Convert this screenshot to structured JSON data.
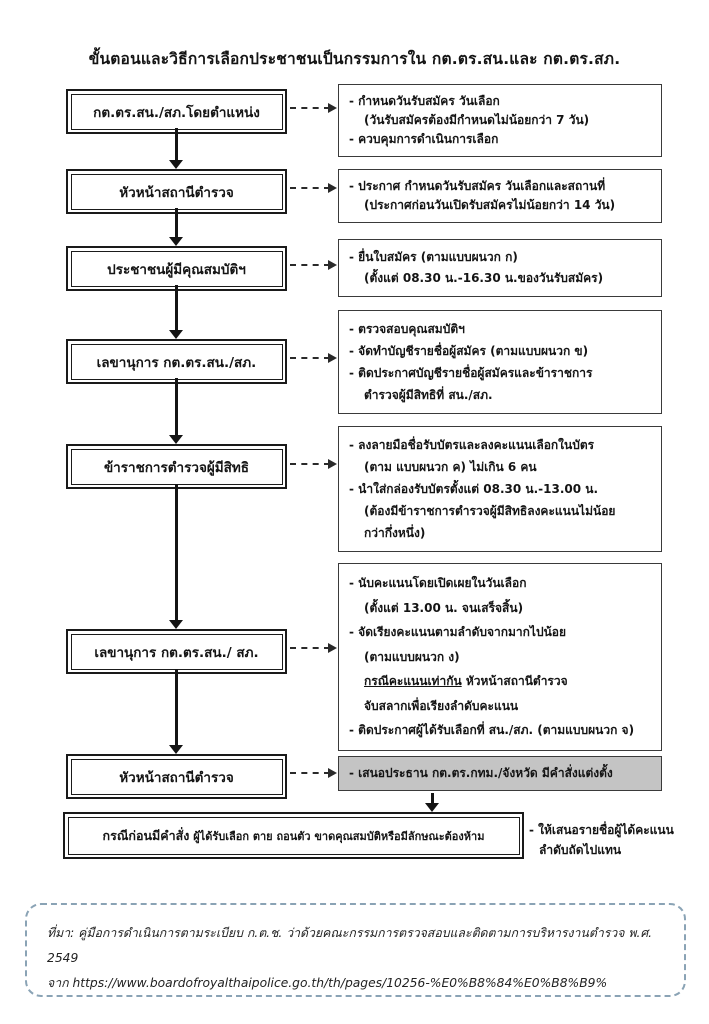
{
  "title": "ขั้นตอนและวิธีการเลือกประชาชนเป็นกรรมการใน กต.ตร.สน.และ กต.ตร.สภ.",
  "steps": [
    {
      "label": "กต.ตร.สน./สภ.โดยตำแหน่ง",
      "lines": [
        "- กำหนดวันรับสมัคร วันเลือก",
        "(วันรับสมัครต้องมีกำหนดไม่น้อยกว่า 7 วัน)",
        "- ควบคุมการดำเนินการเลือก"
      ]
    },
    {
      "label": "หัวหน้าสถานีตำรวจ",
      "lines": [
        "- ประกาศ กำหนดวันรับสมัคร วันเลือกและสถานที่",
        "(ประกาศก่อนวันเปิดรับสมัครไม่น้อยกว่า 14 วัน)"
      ]
    },
    {
      "label": "ประชาชนผู้มีคุณสมบัติฯ",
      "lines": [
        "- ยื่นใบสมัคร (ตามแบบผนวก ก)",
        "(ตั้งแต่ 08.30 น.-16.30 น.ของวันรับสมัคร)"
      ]
    },
    {
      "label": "เลขานุการ กต.ตร.สน./สภ.",
      "lines": [
        "- ตรวจสอบคุณสมบัติฯ",
        "- จัดทำบัญชีรายชื่อผู้สมัคร (ตามแบบผนวก ข)",
        "- ติดประกาศบัญชีรายชื่อผู้สมัครและข้าราชการ",
        "ตำรวจผู้มีสิทธิที่ สน./สภ."
      ]
    },
    {
      "label": "ข้าราชการตำรวจผู้มีสิทธิ",
      "lines": [
        "- ลงลายมือชื่อรับบัตรและลงคะแนนเลือกในบัตร",
        "(ตาม แบบผนวก ค) ไม่เกิน 6 คน",
        "- นำใส่กล่องรับบัตรตั้งแต่ 08.30 น.-13.00 น.",
        "(ต้องมีข้าราชการตำรวจผู้มีสิทธิลงคะแนนไม่น้อย",
        "กว่ากึ่งหนึ่ง)"
      ]
    },
    {
      "label": "เลขานุการ กต.ตร.สน./ สภ.",
      "lines": [
        "- นับคะแนนโดยเปิดเผยในวันเลือก",
        "(ตั้งแต่ 13.00 น. จนเสร็จสิ้น)",
        "- จัดเรียงคะแนนตามลำดับจากมากไปน้อย",
        "(ตามแบบผนวก ง)",
        {
          "underline": "กรณีคะแนนเท่ากัน",
          "rest": " หัวหน้าสถานีตำรวจ"
        },
        "จับสลากเพื่อเรียงลำดับคะแนน",
        "- ติดประกาศผู้ได้รับเลือกที่ สน./สภ. (ตามแบบผนวก จ)"
      ]
    },
    {
      "label": "หัวหน้าสถานีตำรวจ",
      "lines": [
        "- เสนอประธาน กต.ตร.กทม./จังหวัด มีคำสั่งแต่งตั้ง"
      ]
    }
  ],
  "bottom_box": {
    "lead": "กรณีก่อนมีคำสั่ง",
    "rest": " ผู้ได้รับเลือก ตาย ถอนตัว ขาดคุณสมบัติหรือมีลักษณะต้องห้าม"
  },
  "bottom_note": [
    "- ให้เสนอรายชื่อผู้ได้คะแนน",
    "ลำดับถัดไปแทน"
  ],
  "footer": {
    "line1": "ที่มา: คู่มือการดำเนินการตามระเบียบ ก.ต.ช. ว่าด้วยคณะกรรมการตรวจสอบและติดตามการบริหารงานตำรวจ พ.ศ. 2549",
    "line2": "จาก https://www.boardofroyalthaipolice.go.th/th/pages/10256-%E0%B8%84%E0%B8%B9%"
  },
  "colors": {
    "highlight_box_bg": "#c4c4c4",
    "border": "#1a1a1a",
    "footer_border": "#8aa3b5"
  }
}
